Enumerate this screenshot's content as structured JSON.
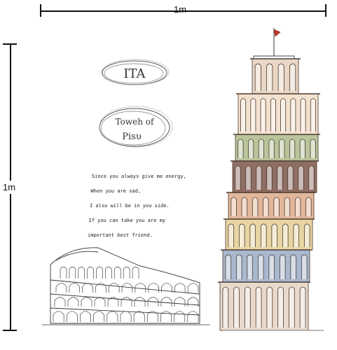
{
  "dimensions": {
    "width_label": "1m",
    "height_label": "1m"
  },
  "labels": {
    "country": "ITA",
    "tower_line1": "Toweh of",
    "tower_line2": "Pisυ"
  },
  "quote": {
    "lines": [
      "Since you always give me energy,",
      "When you are sad,",
      "I also will be in you side.",
      "If you can take you are my",
      "important best friend."
    ]
  }
}
